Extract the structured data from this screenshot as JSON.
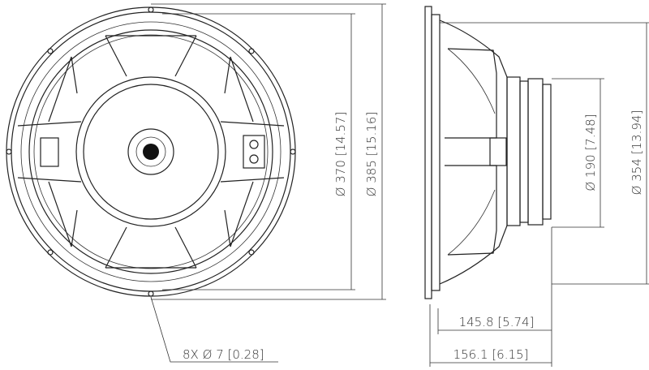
{
  "dimensions": {
    "frame_diameter": {
      "symbol": "Ø",
      "mm": "370",
      "in": "14.57"
    },
    "outer_diameter": {
      "symbol": "Ø",
      "mm": "385",
      "in": "15.16"
    },
    "magnet_diameter": {
      "symbol": "Ø",
      "mm": "190",
      "in": "7.48"
    },
    "baffle_cutout": {
      "symbol": "Ø",
      "mm": "354",
      "in": "13.94"
    },
    "mounting_depth": {
      "mm": "145.8",
      "in": "5.74"
    },
    "overall_depth": {
      "mm": "156.1",
      "in": "6.15"
    },
    "mounting_holes": {
      "count": "8X",
      "symbol": "Ø",
      "mm": "7",
      "in": "0.28"
    }
  }
}
